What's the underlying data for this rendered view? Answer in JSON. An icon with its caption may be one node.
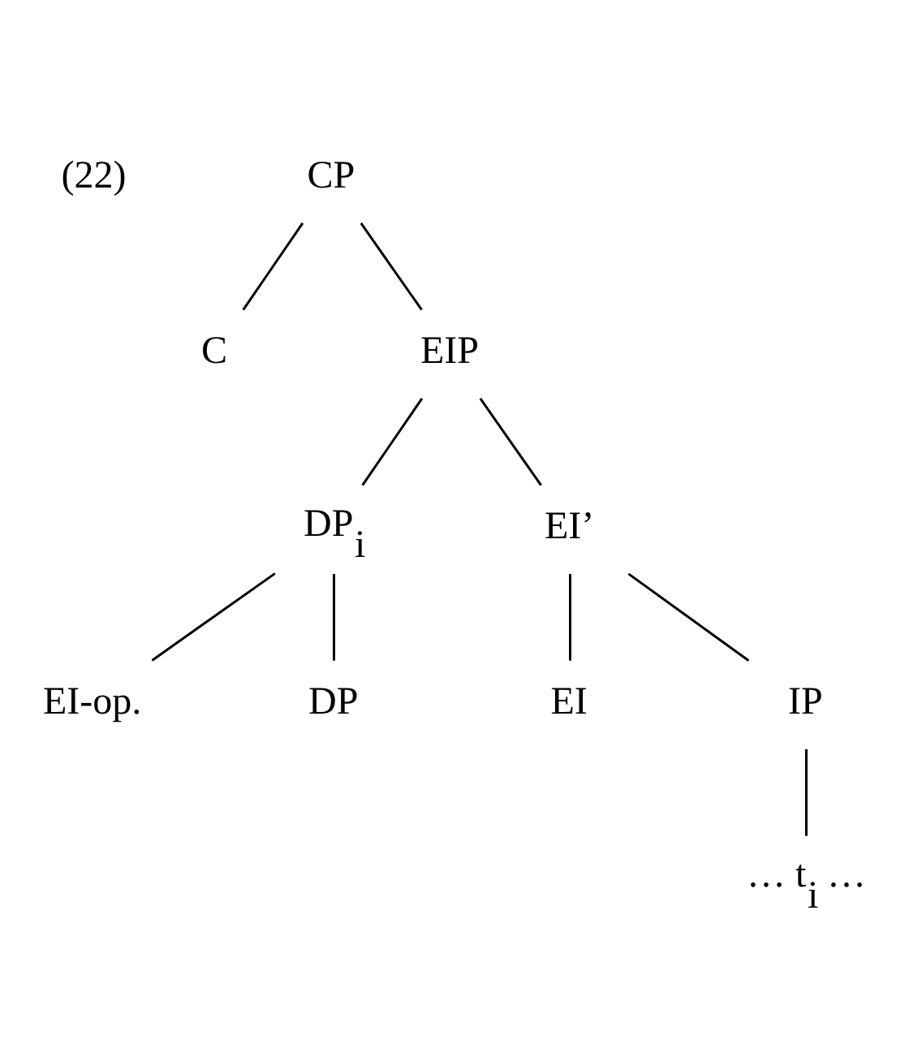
{
  "diagram": {
    "nodes": [
      {
        "text": [
          "CP"
        ]
      },
      {
        "text": [
          "C"
        ]
      },
      {
        "text": [
          "EIP"
        ]
      },
      {
        "text": [
          "DP$_{i}$"
        ]
      },
      {
        "text": [
          "EI’"
        ]
      },
      {
        "text": [
          "EI-op."
        ]
      },
      {
        "text": [
          "DP"
        ]
      },
      {
        "text": [
          "EI"
        ]
      },
      {
        "text": [
          "IP"
        ]
      },
      {
        "text": [
          "… t$_{i}$ …"
        ]
      }
    ],
    "edges": [
      {
        "from": 0,
        "to": 1,
        "arrow": "none"
      },
      {
        "from": 0,
        "to": 2,
        "arrow": "none"
      },
      {
        "from": 2,
        "to": 3,
        "arrow": "none"
      },
      {
        "from": 2,
        "to": 4,
        "arrow": "none"
      },
      {
        "from": 3,
        "to": 5,
        "arrow": "none"
      },
      {
        "from": 3,
        "to": 6,
        "arrow": "none"
      },
      {
        "from": 4,
        "to": 7,
        "arrow": "none"
      },
      {
        "from": 4,
        "to": 8,
        "arrow": "none"
      },
      {
        "from": 8,
        "to": 9,
        "arrow": "none"
      }
    ],
    "labels": [
      "(22)"
    ]
  }
}
